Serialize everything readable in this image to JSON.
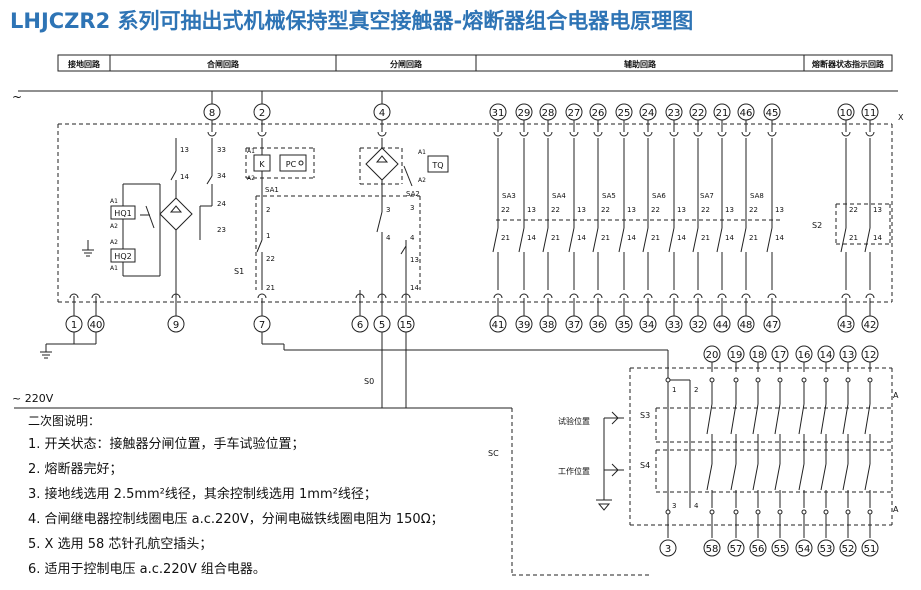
{
  "title": "LHJCZR2 系列可抽出式机械保持型真空接触器-熔断器组合电器电原理图",
  "header_sections": [
    "接地回路",
    "合闸回路",
    "分闸回路",
    "辅助回路",
    "熔断器状态指示回路"
  ],
  "supply": {
    "ac_top": "~",
    "ac_220": "~ 220V"
  },
  "top_terminals": {
    "closing": [
      "8",
      "2"
    ],
    "opening": [
      "4"
    ],
    "aux": [
      "31",
      "29",
      "28",
      "27",
      "26",
      "25",
      "24",
      "23",
      "22",
      "21",
      "46",
      "45"
    ],
    "fuse": [
      "10",
      "11"
    ]
  },
  "bottom_terminals": {
    "left": [
      "1",
      "40",
      "9",
      "7",
      "6",
      "5",
      "15"
    ],
    "aux": [
      "41",
      "39",
      "38",
      "37",
      "36",
      "35",
      "34",
      "33",
      "32",
      "44",
      "48",
      "47"
    ],
    "fuse": [
      "43",
      "42"
    ]
  },
  "cart_terminals_top": [
    "20",
    "19",
    "18",
    "17",
    "16",
    "14",
    "13",
    "12"
  ],
  "cart_terminals_bottom": [
    "3",
    "58",
    "57",
    "56",
    "55",
    "54",
    "53",
    "52",
    "51"
  ],
  "components": {
    "hq1": "HQ1",
    "hq2": "HQ2",
    "k": "K",
    "pc": "PC",
    "tq": "TQ",
    "sa1": "SA1",
    "sa2": "SA2",
    "s1": "S1",
    "s2": "S2",
    "s0": "S0",
    "sc": "SC",
    "s3": "S3",
    "s4": "S4",
    "x": "X",
    "a": "A",
    "aux_switches": [
      "SA3",
      "SA4",
      "SA5",
      "SA6",
      "SA7",
      "SA8"
    ]
  },
  "contact_numbers": {
    "n13": "13",
    "n14": "14",
    "n21": "21",
    "n22": "22",
    "n23": "23",
    "n24": "24",
    "n33": "33",
    "n34": "34",
    "n1": "1",
    "n2": "2",
    "n3": "3",
    "n4": "4",
    "a1": "A1",
    "a2": "A2"
  },
  "position_labels": {
    "test": "试验位置",
    "work": "工作位置"
  },
  "notes": {
    "heading": "二次图说明：",
    "items": [
      "1. 开关状态：接触器分闸位置，手车试验位置；",
      "2. 熔断器完好；",
      "3. 接地线选用 2.5mm²线径，其余控制线选用 1mm²线径；",
      "4. 合闸继电器控制线圈电压 a.c.220V，分闸电磁铁线圈电阻为 150Ω；",
      "5. X 选用 58 芯针孔航空插头；",
      "6. 适用于控制电压 a.c.220V 组合电器。"
    ]
  }
}
